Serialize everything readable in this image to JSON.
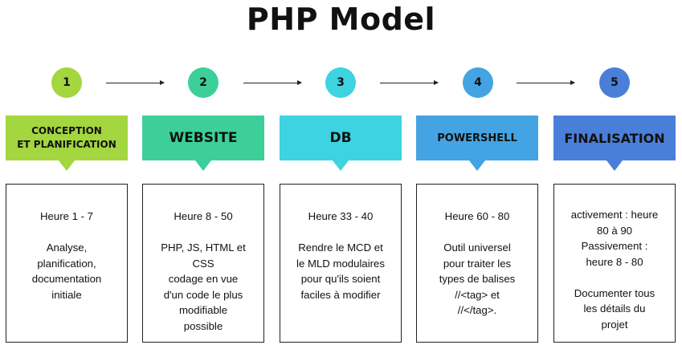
{
  "title": "PHP Model",
  "steps": [
    {
      "number": "1",
      "label": "CONCEPTION\nET PLANIFICATION",
      "color": "#a3d63f",
      "description": "Heure 1 - 7\n\nAnalyse,\nplanification,\ndocumentation\ninitiale"
    },
    {
      "number": "2",
      "label": "WEBSITE",
      "color": "#3ccf9a",
      "description": "Heure 8 - 50\n\nPHP, JS, HTML et\nCSS\ncodage en vue\nd'un code le plus\nmodifiable\npossible"
    },
    {
      "number": "3",
      "label": "DB",
      "color": "#3dd3e0",
      "description": "Heure 33 - 40\n\nRendre le MCD et\nle MLD modulaires\npour qu'ils soient\nfaciles à modifier"
    },
    {
      "number": "4",
      "label": "POWERSHELL",
      "color": "#44a3e2",
      "description": "Heure 60 - 80\n\nOutil universel\npour traiter les\ntypes de balises\n//<tag> et\n//</tag>."
    },
    {
      "number": "5",
      "label": "FINALISATION",
      "color": "#4a7fd9",
      "description": "activement : heure\n80 à 90\nPassivement :\nheure 8 - 80\n\nDocumenter tous\nles détails du\nprojet"
    }
  ]
}
